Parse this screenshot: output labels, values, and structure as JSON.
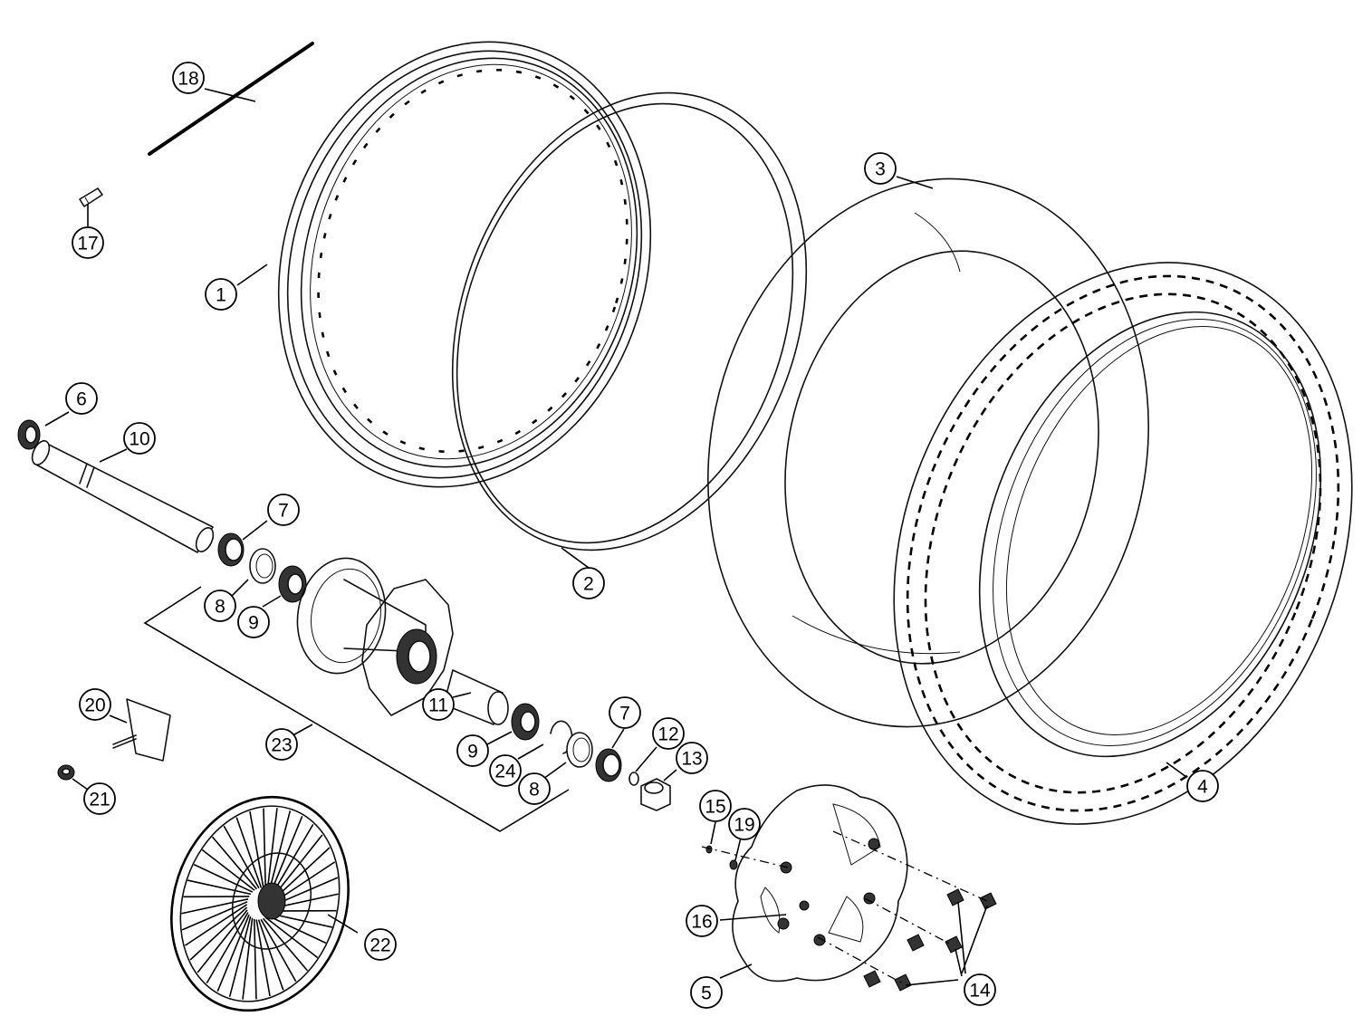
{
  "callouts": {
    "c1": "1",
    "c2": "2",
    "c3": "3",
    "c4": "4",
    "c5": "5",
    "c6": "6",
    "c7a": "7",
    "c7b": "7",
    "c8a": "8",
    "c8b": "8",
    "c9a": "9",
    "c9b": "9",
    "c10": "10",
    "c11": "11",
    "c12": "12",
    "c13": "13",
    "c14": "14",
    "c15": "15",
    "c16": "16",
    "c17": "17",
    "c18": "18",
    "c19": "19",
    "c20": "20",
    "c21": "21",
    "c22": "22",
    "c23": "23",
    "c24": "24"
  }
}
